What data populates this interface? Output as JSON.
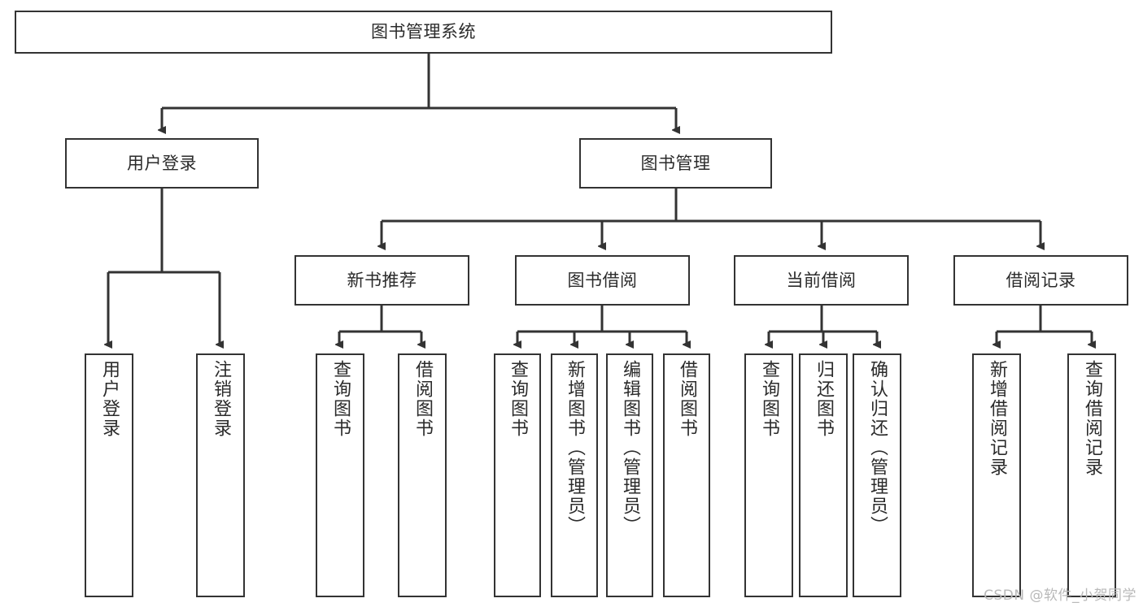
{
  "diagram": {
    "type": "tree",
    "title": "图书管理系统",
    "root": {
      "label": "图书管理系统"
    },
    "level1": [
      {
        "label": "用户登录"
      },
      {
        "label": "图书管理"
      }
    ],
    "level2": [
      {
        "label": "新书推荐"
      },
      {
        "label": "图书借阅"
      },
      {
        "label": "当前借阅"
      },
      {
        "label": "借阅记录"
      }
    ],
    "leaves": {
      "user_login": [
        {
          "label": "用户登录"
        },
        {
          "label": "注销登录"
        }
      ],
      "new_book_recommend": [
        {
          "label": "查询图书"
        },
        {
          "label": "借阅图书"
        }
      ],
      "book_borrow": [
        {
          "label": "查询图书"
        },
        {
          "label": "新增图书（管理员）"
        },
        {
          "label": "编辑图书（管理员）"
        },
        {
          "label": "借阅图书"
        }
      ],
      "current_borrow": [
        {
          "label": "查询图书"
        },
        {
          "label": "归还图书"
        },
        {
          "label": "确认归还（管理员）"
        }
      ],
      "borrow_record": [
        {
          "label": "新增借阅记录"
        },
        {
          "label": "查询借阅记录"
        }
      ]
    }
  },
  "watermark": {
    "text": "CSDN @软件_小贺同学"
  },
  "colors": {
    "stroke": "#333333",
    "text": "#2b2b2b",
    "background": "#ffffff",
    "watermark": "#b9b9b9"
  }
}
